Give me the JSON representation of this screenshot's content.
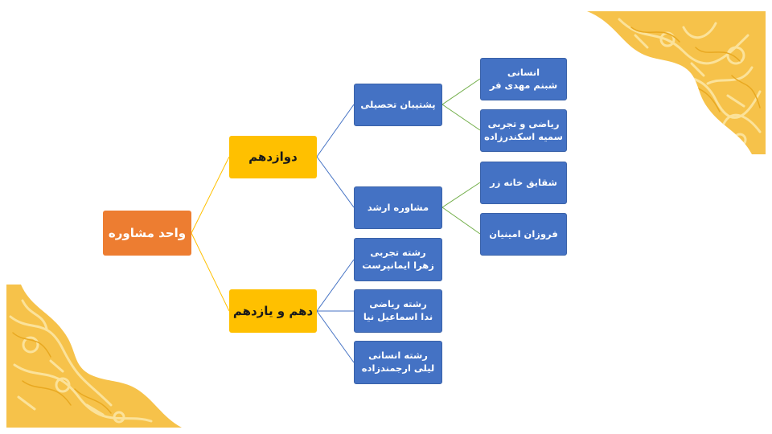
{
  "colors": {
    "root": "#ed7d31",
    "level1": "#ffc000",
    "level2": "#4472c4",
    "link_root": "#ffc000",
    "link_level1": "#4472c4",
    "link_level2": "#70ad47",
    "pattern": "#f6c24a"
  },
  "root": {
    "label": "واحد مشاوره"
  },
  "grade12": {
    "label": "دوازدهم",
    "academic_support": {
      "label": "پشتیبان تحصیلی",
      "humanities": {
        "line1": "انسانی",
        "line2": "شبنم مهدی فر"
      },
      "math_science": {
        "line1": "ریاضی و تجربی",
        "line2": "سمیه اسکندرزاده"
      }
    },
    "senior_counsel": {
      "label": "مشاوره ارشد",
      "person1": {
        "line1": "شقایق خانه زر"
      },
      "person2": {
        "line1": "فروزان امینیان"
      }
    }
  },
  "grade10_11": {
    "label": "دهم و یازدهم",
    "science": {
      "line1": "رشته تجربی",
      "line2": "زهرا ایمانپرست"
    },
    "math": {
      "line1": "رشته ریاضی",
      "line2": "ندا اسماعیل نیا"
    },
    "humanities": {
      "line1": "رشته انسانی",
      "line2": "لیلی ارجمندزاده"
    }
  }
}
